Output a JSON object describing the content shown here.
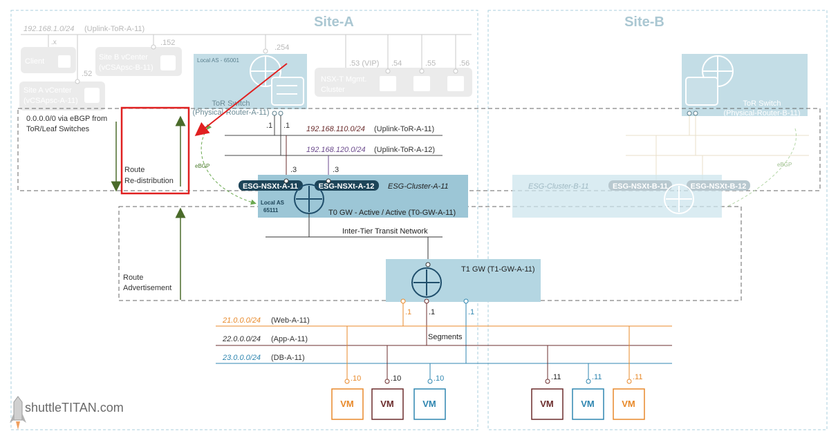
{
  "sites": {
    "a": "Site-A",
    "b": "Site-B"
  },
  "mgmt": {
    "subnet": "192.168.1.0/24",
    "subnet_name": "(Uplink-ToR-A-11)",
    "client": "Client",
    "client_ip": ".x",
    "site_b_vc": [
      "Site B vCenter",
      "(vCSApsc-B-11)"
    ],
    "site_b_vc_ip": ".152",
    "site_a_vc": [
      "Site A vCenter",
      "(vCSApsc-A-11)"
    ],
    "site_a_vc_ip": ".52",
    "tor_a_ip": ".254",
    "nsx_mgmt": [
      "NSX-T Mgmt.",
      "Cluster"
    ],
    "nsx_vip": ".53 (VIP)",
    "nsx_ips": [
      ".54",
      ".55",
      ".56"
    ]
  },
  "tor_a": {
    "local_as": "Local AS - 65001",
    "label": [
      "ToR Switch",
      "(Physical-Router-A-11)"
    ]
  },
  "tor_b": {
    "label": [
      "ToR Switch",
      "(Physical-Router-B-11)"
    ]
  },
  "bgp_note": [
    "0.0.0.0/0 via eBGP from",
    "ToR/Leaf Switches"
  ],
  "uplinks": {
    "u1_subnet": "192.168.110.0/24",
    "u1_name": "(Uplink-ToR-A-11)",
    "u2_subnet": "192.168.120.0/24",
    "u2_name": "(Uplink-ToR-A-12)",
    "tor_ip_1": ".1",
    "tor_ip_2": ".1",
    "esg_ip_1": ".3",
    "esg_ip_2": ".3"
  },
  "ebgp": "eBGP",
  "redistribution": [
    "Route",
    "Re-distribution"
  ],
  "advertisement": [
    "Route",
    "Advertisement"
  ],
  "edge_a": {
    "node1": "ESG-NSXt-A-11",
    "node2": "ESG-NSXt-A-12",
    "cluster": "ESG-Cluster-A-11",
    "local_as": [
      "Local AS",
      "65111"
    ],
    "t0": "T0 GW - Active / Active (T0-GW-A-11)"
  },
  "edge_b": {
    "cluster": "ESG-Cluster-B-11",
    "node1": "ESG-NSXt-B-11",
    "node2": "ESG-NSXt-B-12"
  },
  "transit": "Inter-Tier Transit Network",
  "t1": "T1 GW (T1-GW-A-11)",
  "segments_label": "Segments",
  "segments": [
    {
      "subnet": "21.0.0.0/24",
      "name": "(Web-A-11)",
      "color": "#e8892a"
    },
    {
      "subnet": "22.0.0.0/24",
      "name": "(App-A-11)",
      "color": "#6b2c2c"
    },
    {
      "subnet": "23.0.0.0/24",
      "name": "(DB-A-11)",
      "color": "#2f86b0"
    }
  ],
  "t1_ips": [
    ".1",
    ".1",
    ".1"
  ],
  "vms": [
    {
      "label": "VM",
      "ip": ".10",
      "color": "#e8892a"
    },
    {
      "label": "VM",
      "ip": ".10",
      "color": "#6b2c2c"
    },
    {
      "label": "VM",
      "ip": ".10",
      "color": "#2f86b0"
    },
    {
      "label": "VM",
      "ip": ".11",
      "color": "#6b2c2c"
    },
    {
      "label": "VM",
      "ip": ".11",
      "color": "#2f86b0"
    },
    {
      "label": "VM",
      "ip": ".11",
      "color": "#e8892a"
    }
  ],
  "logo": "shuttleTITAN.com",
  "colors": {
    "teal": "#9cc6d6",
    "teal_light": "#cde5ee",
    "navy": "#1f4e6b",
    "dark_pill": "#1d4458",
    "red": "#e02020",
    "green": "#4a6b2a"
  }
}
